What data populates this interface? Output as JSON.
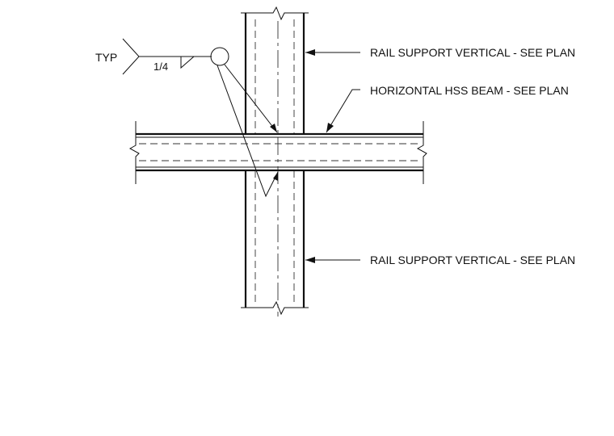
{
  "weld_symbol": {
    "note": "TYP",
    "size": "1/4"
  },
  "callouts": {
    "upper_vertical": "RAIL SUPPORT VERTICAL - SEE PLAN",
    "horizontal_beam": "HORIZONTAL HSS BEAM - SEE PLAN",
    "lower_vertical": "RAIL SUPPORT VERTICAL - SEE PLAN"
  }
}
